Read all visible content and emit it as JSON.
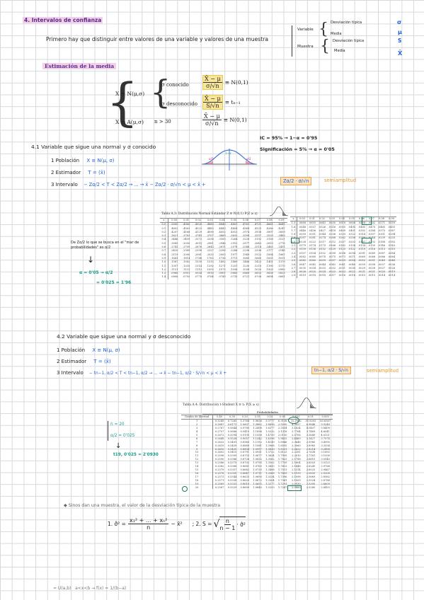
{
  "header": {
    "number": "4.",
    "title": "Intervalos de confianza",
    "intro": "Primero hay que distinguir entre valores de una variable y valores de una muestra"
  },
  "classification": {
    "variable_label": "Variable",
    "muestra_label": "Muestra",
    "variable_items": [
      {
        "label": "Desviación típica",
        "symbol": "σ"
      },
      {
        "label": "Media",
        "symbol": "μ"
      }
    ],
    "muestra_items": [
      {
        "label": "Desviación típica",
        "symbol": "S"
      },
      {
        "label": "Media",
        "symbol": "X̄"
      }
    ]
  },
  "estimacion": {
    "title": "Estimación de la media",
    "lhs1": "X ≡ N(μ,σ)",
    "case1_cond": "σ conocido",
    "case1_num": "X̄ − μ",
    "case1_den": "σ/√n",
    "case1_res": "≡ N(0,1)",
    "case2_cond": "σ desconocido",
    "case2_num": "X̄ − μ",
    "case2_den": "S/√n",
    "case2_res": "≡ tₙ₋₁",
    "lhs3": "X ≡ A(μ,σ)",
    "case3_cond": "n > 30",
    "case3_num": "X̄ − μ",
    "case3_den": "σ/√n",
    "case3_res": "≡ N(0,1)"
  },
  "side_notes": {
    "ic": "IC = 95% → 1−α = 0'95",
    "sig": "Significación = 5% → α = 0'05"
  },
  "s41": {
    "title": "4.1 Variable que sigue una normal y σ conocido",
    "l1_label": "1 Población",
    "l1_val": "X ≡ N(μ, σ)",
    "l2_label": "2 Estimador",
    "l2_val": "T = (x̄)",
    "l3_label": "3 Intervalo",
    "l3_val": "− Zα/2 < T < Zα/2 → ... → x̄ − Zα/2 · σ/√n < μ < x̄ +",
    "box": "Zα/2 · σ/√n",
    "semi": "semiamplitud",
    "curve_left": "α/2",
    "curve_mid": "1−α",
    "curve_right": "α/2",
    "note1": "De Zα/2 lo que se busca en el \"mar de probabilidades\" es α/2",
    "note2": "α = 0'05 → α/2",
    "note3": "= 0'025 = 1'96"
  },
  "s42": {
    "title": "4.2 Variable que sigue una normal y σ desconocido",
    "l1_label": "1 Población",
    "l1_val": "X ≡ N(μ, σ)",
    "l2_label": "2 Estimador",
    "l2_val": "T = (x̄)",
    "l3_label": "3 Intervalo",
    "l3_val": "− tn−1, α/2 < T < tn−1, α/2 → ... → x̄ − tn−1, α/2 · S/√n < μ < x̄ +",
    "box": "tn−1, α/2 · S/√n",
    "semi": "semiamplitud",
    "note1": "n = 20",
    "note2": "α/2 = 0'025",
    "note3": "t19, 0'025 = 2'0930"
  },
  "bottom": {
    "bullet": "Sinos dan una muestra, el valor de la desviación típica de la muestra",
    "f1_lhs": "1. σ̂² =",
    "f1_num": "x₁² + ... + xₙ²",
    "f1_den": "n",
    "f1_tail": "− x̄²",
    "f2_lhs": "; 2. S =",
    "f2_inner_num": "n",
    "f2_inner_den": "n − 1",
    "f2_tail": "· σ̂²",
    "last": "≈ U(a,b)   a<x<b → f(x) = 1/(b−a)"
  },
  "table1": {
    "caption": "Tabla A.3: Distribución Normal Estándar  Z ≡ N(0,1)   P(Z ≥ z)",
    "headers": [
      "z",
      "0.00",
      "0.01",
      "0.02",
      "0.03",
      "0.04",
      "0.05",
      "0.06",
      "0.07",
      "0.08",
      "0.09"
    ],
    "rows": [
      [
        "0.0",
        ".5000",
        ".4960",
        ".4920",
        ".4880",
        ".4840",
        ".4801",
        ".4761",
        ".4721",
        ".4681",
        ".4641"
      ],
      [
        "0.1",
        ".4602",
        ".4562",
        ".4522",
        ".4483",
        ".4443",
        ".4404",
        ".4364",
        ".4325",
        ".4286",
        ".4247"
      ],
      [
        "0.2",
        ".4207",
        ".4168",
        ".4129",
        ".4090",
        ".4052",
        ".4013",
        ".3974",
        ".3936",
        ".3897",
        ".3859"
      ],
      [
        "0.3",
        ".3821",
        ".3783",
        ".3745",
        ".3707",
        ".3669",
        ".3632",
        ".3594",
        ".3557",
        ".3520",
        ".3483"
      ],
      [
        "0.4",
        ".3446",
        ".3409",
        ".3372",
        ".3336",
        ".3300",
        ".3264",
        ".3228",
        ".3192",
        ".3156",
        ".3121"
      ],
      [
        "0.5",
        ".3085",
        ".3050",
        ".3015",
        ".2981",
        ".2946",
        ".2912",
        ".2877",
        ".2843",
        ".2810",
        ".2776"
      ],
      [
        "0.6",
        ".2743",
        ".2709",
        ".2676",
        ".2643",
        ".2611",
        ".2578",
        ".2546",
        ".2514",
        ".2483",
        ".2451"
      ],
      [
        "0.7",
        ".2420",
        ".2389",
        ".2358",
        ".2327",
        ".2296",
        ".2266",
        ".2236",
        ".2206",
        ".2177",
        ".2148"
      ],
      [
        "0.8",
        ".2119",
        ".2090",
        ".2061",
        ".2033",
        ".2005",
        ".1977",
        ".1949",
        ".1922",
        ".1894",
        ".1867"
      ],
      [
        "0.9",
        ".1841",
        ".1814",
        ".1788",
        ".1762",
        ".1736",
        ".1711",
        ".1685",
        ".1660",
        ".1635",
        ".1611"
      ],
      [
        "1.0",
        ".1587",
        ".1562",
        ".1539",
        ".1515",
        ".1492",
        ".1469",
        ".1446",
        ".1423",
        ".1401",
        ".1379"
      ],
      [
        "1.1",
        ".1357",
        ".1335",
        ".1314",
        ".1292",
        ".1271",
        ".1251",
        ".1230",
        ".1210",
        ".1190",
        ".1170"
      ],
      [
        "1.2",
        ".1151",
        ".1131",
        ".1112",
        ".1093",
        ".1075",
        ".1056",
        ".1038",
        ".1020",
        ".1003",
        ".0985"
      ],
      [
        "1.3",
        ".0968",
        ".0951",
        ".0934",
        ".0918",
        ".0901",
        ".0885",
        ".0869",
        ".0853",
        ".0838",
        ".0823"
      ],
      [
        "1.4",
        ".0808",
        ".0793",
        ".0778",
        ".0764",
        ".0749",
        ".0735",
        ".0721",
        ".0708",
        ".0694",
        ".0681"
      ]
    ]
  },
  "table1b": {
    "headers": [
      "z",
      "0.00",
      "0.01",
      "0.02",
      "0.03",
      "0.04",
      "0.05",
      "0.06",
      "0.07",
      "0.08",
      "0.09"
    ],
    "rows": [
      [
        "1.5",
        ".0668",
        ".0655",
        ".0643",
        ".0630",
        ".0618",
        ".0606",
        ".0594",
        ".0582",
        ".0571",
        ".0559"
      ],
      [
        "1.6",
        ".0548",
        ".0537",
        ".0526",
        ".0516",
        ".0505",
        ".0495",
        ".0485",
        ".0475",
        ".0465",
        ".0455"
      ],
      [
        "1.7",
        ".0446",
        ".0436",
        ".0427",
        ".0418",
        ".0409",
        ".0401",
        ".0392",
        ".0384",
        ".0375",
        ".0367"
      ],
      [
        "1.8",
        ".0359",
        ".0351",
        ".0344",
        ".0336",
        ".0329",
        ".0322",
        ".0314",
        ".0307",
        ".0301",
        ".0294"
      ],
      [
        "1.9",
        ".0287",
        ".0281",
        ".0274",
        ".0268",
        ".0262",
        ".0256",
        ".0250",
        ".0244",
        ".0239",
        ".0233"
      ],
      [
        "2.0",
        ".0228",
        ".0222",
        ".0217",
        ".0212",
        ".0207",
        ".0202",
        ".0197",
        ".0192",
        ".0188",
        ".0183"
      ],
      [
        "2.1",
        ".0179",
        ".0174",
        ".0170",
        ".0166",
        ".0162",
        ".0158",
        ".0154",
        ".0150",
        ".0146",
        ".0143"
      ],
      [
        "2.2",
        ".0139",
        ".0136",
        ".0132",
        ".0129",
        ".0125",
        ".0122",
        ".0119",
        ".0116",
        ".0113",
        ".0110"
      ],
      [
        "2.3",
        ".0107",
        ".0104",
        ".0102",
        ".0099",
        ".0096",
        ".0094",
        ".0091",
        ".0089",
        ".0087",
        ".0084"
      ],
      [
        "2.4",
        ".0082",
        ".0080",
        ".0078",
        ".0075",
        ".0073",
        ".0071",
        ".0069",
        ".0068",
        ".0066",
        ".0064"
      ],
      [
        "2.5",
        ".0062",
        ".0060",
        ".0059",
        ".0057",
        ".0055",
        ".0054",
        ".0052",
        ".0051",
        ".0049",
        ".0048"
      ],
      [
        "2.6",
        ".0047",
        ".0045",
        ".0044",
        ".0043",
        ".0041",
        ".0040",
        ".0039",
        ".0038",
        ".0037",
        ".0036"
      ],
      [
        "2.7",
        ".0035",
        ".0034",
        ".0033",
        ".0032",
        ".0031",
        ".0030",
        ".0029",
        ".0028",
        ".0027",
        ".0026"
      ],
      [
        "2.8",
        ".0026",
        ".0025",
        ".0024",
        ".0023",
        ".0023",
        ".0022",
        ".0021",
        ".0021",
        ".0020",
        ".0019"
      ],
      [
        "2.9",
        ".0019",
        ".0018",
        ".0018",
        ".0017",
        ".0016",
        ".0016",
        ".0015",
        ".0015",
        ".0014",
        ".0014"
      ]
    ]
  },
  "table2": {
    "caption": "Tabla A.4: Distribución t-Student      X ≡ tₙ     P(X ≥ x)",
    "group_header": "Probabilidades",
    "headers": [
      "Grados de libertad",
      "0.40",
      "0.30",
      "0.20",
      "0.15",
      "0.10",
      "0.05",
      "0.025",
      "0.01",
      "0.005"
    ],
    "rows": [
      [
        "1",
        "0.3249",
        "0.7265",
        "1.3764",
        "1.9626",
        "3.0777",
        "6.3138",
        "12.7062",
        "31.8205",
        "63.6567"
      ],
      [
        "2",
        "0.2887",
        "0.6172",
        "1.0607",
        "1.3862",
        "1.8856",
        "2.9200",
        "4.3027",
        "6.9646",
        "9.9248"
      ],
      [
        "3",
        "0.2767",
        "0.5844",
        "0.9785",
        "1.2498",
        "1.6377",
        "2.3534",
        "3.1824",
        "4.5407",
        "5.8409"
      ],
      [
        "4",
        "0.2707",
        "0.5686",
        "0.9410",
        "1.1896",
        "1.5332",
        "2.1318",
        "2.7764",
        "3.7469",
        "4.6041"
      ],
      [
        "5",
        "0.2672",
        "0.5594",
        "0.9195",
        "1.1558",
        "1.4759",
        "2.0150",
        "2.5706",
        "3.3649",
        "4.0321"
      ],
      [
        "6",
        "0.2648",
        "0.5534",
        "0.9057",
        "1.1342",
        "1.4398",
        "1.9432",
        "2.4469",
        "3.1427",
        "3.7074"
      ],
      [
        "7",
        "0.2632",
        "0.5491",
        "0.8960",
        "1.1192",
        "1.4149",
        "1.8946",
        "2.3646",
        "2.9980",
        "3.4995"
      ],
      [
        "8",
        "0.2619",
        "0.5459",
        "0.8889",
        "1.1081",
        "1.3968",
        "1.8595",
        "2.3060",
        "2.8965",
        "3.3554"
      ],
      [
        "9",
        "0.2610",
        "0.5435",
        "0.8834",
        "1.0997",
        "1.3830",
        "1.8331",
        "2.2622",
        "2.8214",
        "3.2498"
      ],
      [
        "10",
        "0.2602",
        "0.5415",
        "0.8791",
        "1.0931",
        "1.3722",
        "1.8125",
        "2.2281",
        "2.7638",
        "3.1693"
      ],
      [
        "11",
        "0.2596",
        "0.5399",
        "0.8755",
        "1.0877",
        "1.3634",
        "1.7959",
        "2.2010",
        "2.7181",
        "3.1058"
      ],
      [
        "12",
        "0.2590",
        "0.5386",
        "0.8726",
        "1.0832",
        "1.3562",
        "1.7823",
        "2.1788",
        "2.6810",
        "3.0545"
      ],
      [
        "13",
        "0.2586",
        "0.5375",
        "0.8702",
        "1.0795",
        "1.3502",
        "1.7709",
        "2.1604",
        "2.6503",
        "3.0123"
      ],
      [
        "14",
        "0.2582",
        "0.5366",
        "0.8681",
        "1.0763",
        "1.3450",
        "1.7613",
        "2.1448",
        "2.6245",
        "2.9768"
      ],
      [
        "15",
        "0.2579",
        "0.5357",
        "0.8662",
        "1.0735",
        "1.3406",
        "1.7531",
        "2.1314",
        "2.6025",
        "2.9467"
      ],
      [
        "16",
        "0.2576",
        "0.5350",
        "0.8647",
        "1.0711",
        "1.3368",
        "1.7459",
        "2.1199",
        "2.5835",
        "2.9208"
      ],
      [
        "17",
        "0.2573",
        "0.5344",
        "0.8633",
        "1.0690",
        "1.3334",
        "1.7396",
        "2.1098",
        "2.5669",
        "2.8982"
      ],
      [
        "18",
        "0.2571",
        "0.5338",
        "0.8620",
        "1.0672",
        "1.3304",
        "1.7341",
        "2.1009",
        "2.5524",
        "2.8784"
      ],
      [
        "19",
        "0.2569",
        "0.5333",
        "0.8610",
        "1.0655",
        "1.3277",
        "1.7291",
        "2.0930",
        "2.5395",
        "2.8609"
      ],
      [
        "20",
        "0.2567",
        "0.5329",
        "0.8600",
        "1.0640",
        "1.3253",
        "1.7247",
        "2.0860",
        "2.5280",
        "2.8453"
      ]
    ]
  },
  "colors": {
    "blue_ink": "#1f5fd6",
    "teal_ink": "#1a9c86",
    "orange_ink": "#e8942a",
    "purple_ink": "#5a2d8a",
    "highlight_pink": "#f3d0ea",
    "highlight_yellow": "#f8e79a",
    "box_orange": "#fbe3c2",
    "marker_green": "#1f7a5a"
  }
}
